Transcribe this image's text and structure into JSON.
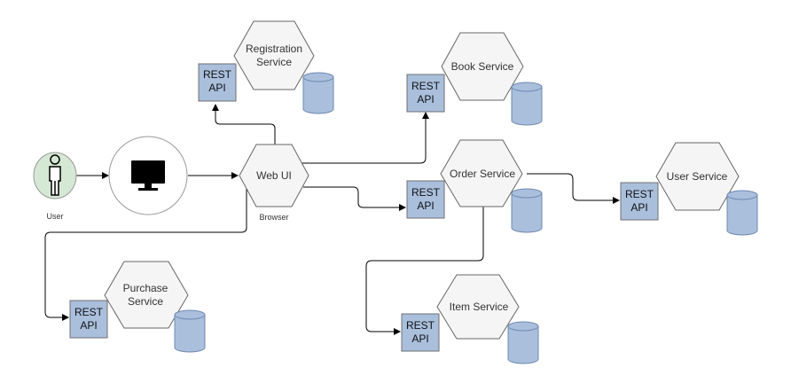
{
  "nodes": {
    "user_label": "User",
    "browser_label": "Browser",
    "web_ui": "Web UI",
    "registration": [
      "Registration",
      "Service"
    ],
    "book": "Book Service",
    "order": "Order Service",
    "user_service": "User Service",
    "item": "Item Service",
    "purchase": [
      "Purchase",
      "Service"
    ]
  },
  "rest_api": [
    "REST",
    "API"
  ],
  "icons": {
    "user": "person-icon",
    "monitor": "monitor-icon",
    "database": "database-icon"
  },
  "colors": {
    "rest_fill": "#a9bfdc",
    "hex_fill": "#f5f5f5",
    "user_fill": "#d5e8d4"
  }
}
